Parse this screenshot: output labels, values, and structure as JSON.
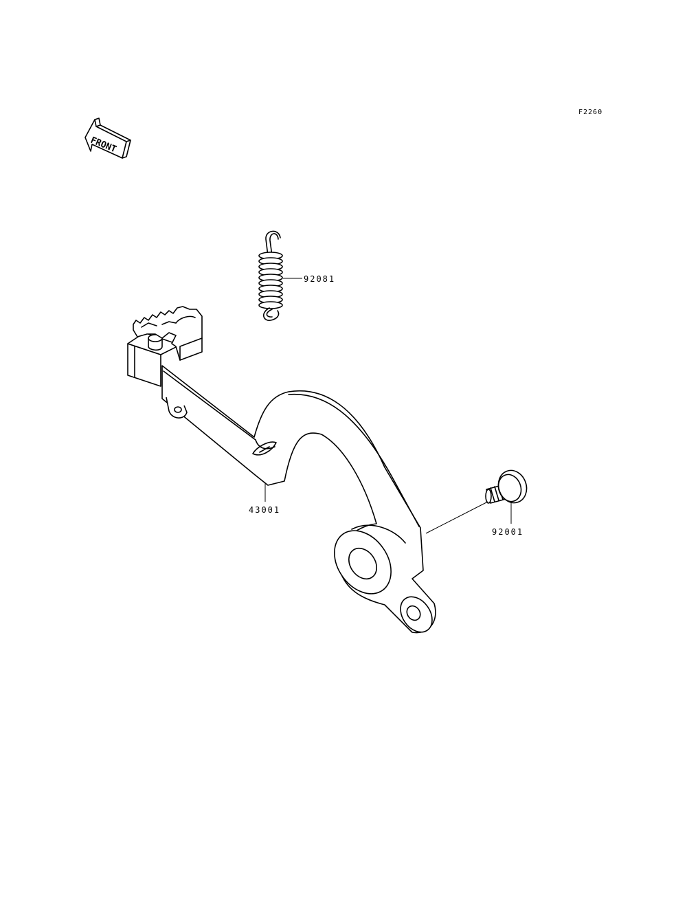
{
  "figure_code": "F2260",
  "front_indicator": {
    "text": "FRONT",
    "icon": "front-direction-arrow-icon"
  },
  "parts": [
    {
      "number": "92081",
      "part": "spring"
    },
    {
      "number": "43001",
      "part": "brake-pedal"
    },
    {
      "number": "92001",
      "part": "bolt"
    }
  ]
}
